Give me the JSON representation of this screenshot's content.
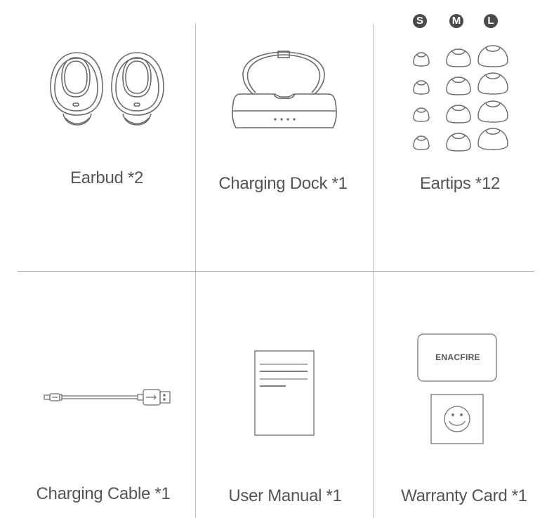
{
  "items": [
    {
      "name": "earbud",
      "label": "Earbud *2"
    },
    {
      "name": "charging-dock",
      "label": "Charging Dock *1"
    },
    {
      "name": "eartips",
      "label": "Eartips *12"
    },
    {
      "name": "charging-cable",
      "label": "Charging Cable *1"
    },
    {
      "name": "user-manual",
      "label": "User Manual *1"
    },
    {
      "name": "warranty-card",
      "label": "Warranty Card *1"
    }
  ],
  "eartips": {
    "sizes": [
      "S",
      "M",
      "L"
    ]
  },
  "warranty": {
    "brand": "ENACFIRE"
  },
  "colors": {
    "line": "#5a5a5a",
    "text": "#555555",
    "divider": "#bdbdbd"
  }
}
